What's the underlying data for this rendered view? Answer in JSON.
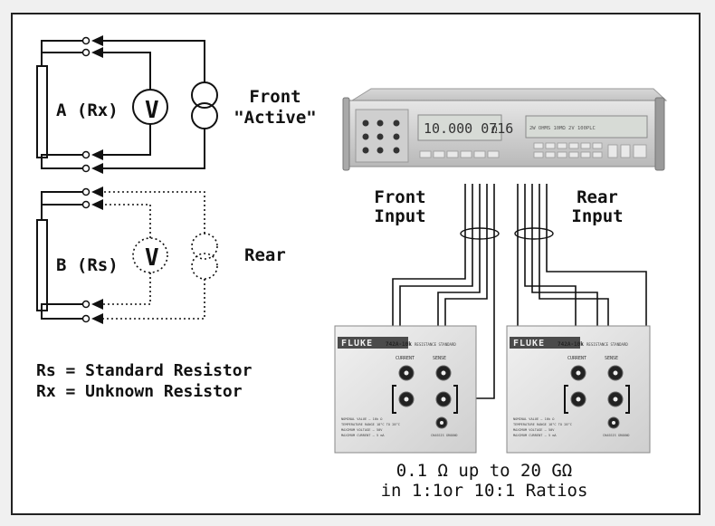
{
  "circuit": {
    "top": {
      "resistor_label": "A (Rx)",
      "voltmeter_symbol": "V",
      "source_label_line1": "Front",
      "source_label_line2": "\"Active\""
    },
    "bottom": {
      "resistor_label": "B (Rs)",
      "voltmeter_symbol": "V",
      "source_label": "Rear"
    }
  },
  "legend": {
    "line1": "Rs = Standard Resistor",
    "line2": "Rx = Unknown Resistor"
  },
  "instrument": {
    "display_reading": "10.000 0716",
    "display_unit": "Ω",
    "secondary_display": "2W OHMS    10MΩ     2V   100PLC"
  },
  "inputs": {
    "front_line1": "Front",
    "front_line2": "Input",
    "rear_line1": "Rear",
    "rear_line2": "Input"
  },
  "standards": {
    "left": {
      "brand": "FLUKE",
      "model": "742A-10k",
      "title": "RESISTANCE STANDARD",
      "current_label": "CURRENT",
      "sense_label": "SENSE",
      "guard_label": "CHASSIS GROUND",
      "nominal": "NOMINAL VALUE – 10k Ω",
      "temp": "TEMPERATURE RANGE 18°C TO 28°C",
      "voltage": "MAXIMUM VOLTAGE – 50V",
      "max_current": "MAXIMUM CURRENT – 5 mA"
    },
    "right": {
      "brand": "FLUKE",
      "model": "742A-10k",
      "title": "RESISTANCE STANDARD",
      "current_label": "CURRENT",
      "sense_label": "SENSE",
      "guard_label": "CHASSIS GROUND",
      "nominal": "NOMINAL VALUE – 10k Ω",
      "temp": "TEMPERATURE RANGE 18°C TO 28°C",
      "voltage": "MAXIMUM VOLTAGE – 50V",
      "max_current": "MAXIMUM CURRENT – 5 mA"
    }
  },
  "caption": {
    "line1": "0.1 Ω up to 20 GΩ",
    "line2": "in 1:1or 10:1 Ratios"
  }
}
